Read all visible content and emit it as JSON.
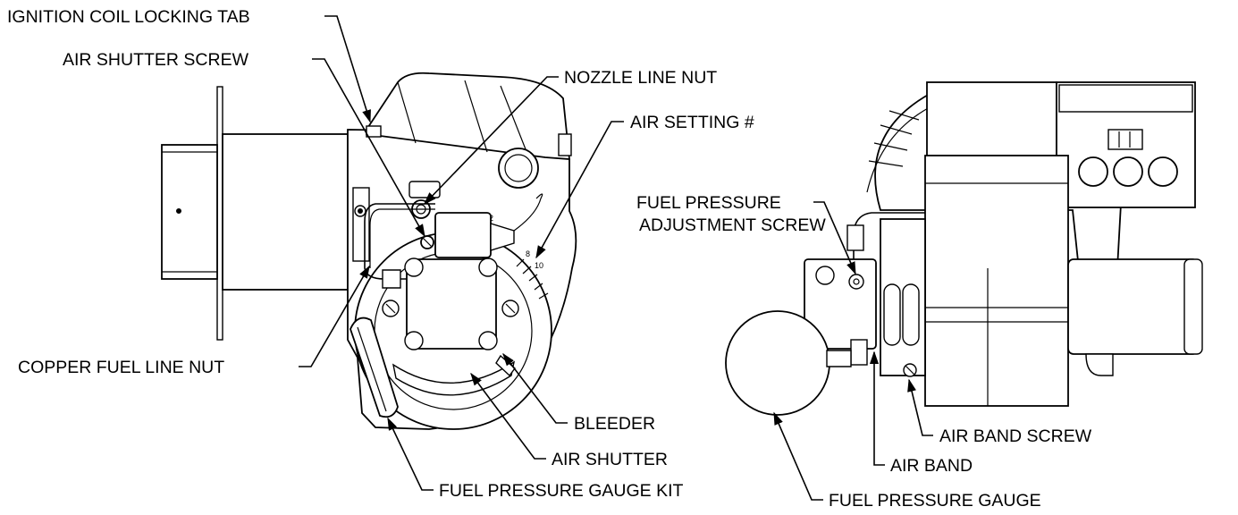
{
  "labels": {
    "ignition_coil_locking_tab": "IGNITION COIL LOCKING TAB",
    "air_shutter_screw": "AIR SHUTTER SCREW",
    "nozzle_line_nut": "NOZZLE LINE NUT",
    "air_setting": "AIR SETTING #",
    "copper_fuel_line_nut": "COPPER FUEL LINE NUT",
    "bleeder": "BLEEDER",
    "air_shutter": "AIR SHUTTER",
    "fuel_pressure_gauge_kit": "FUEL PRESSURE GAUGE KIT",
    "fuel_pressure_adjustment_screw_line1": "FUEL PRESSURE",
    "fuel_pressure_adjustment_screw_line2": "ADJUSTMENT SCREW",
    "air_band_screw": "AIR BAND SCREW",
    "air_band": "AIR BAND",
    "fuel_pressure_gauge": "FUEL PRESSURE GAUGE"
  },
  "dial_marks": {
    "top": "2",
    "mid": "8",
    "low": "10"
  }
}
